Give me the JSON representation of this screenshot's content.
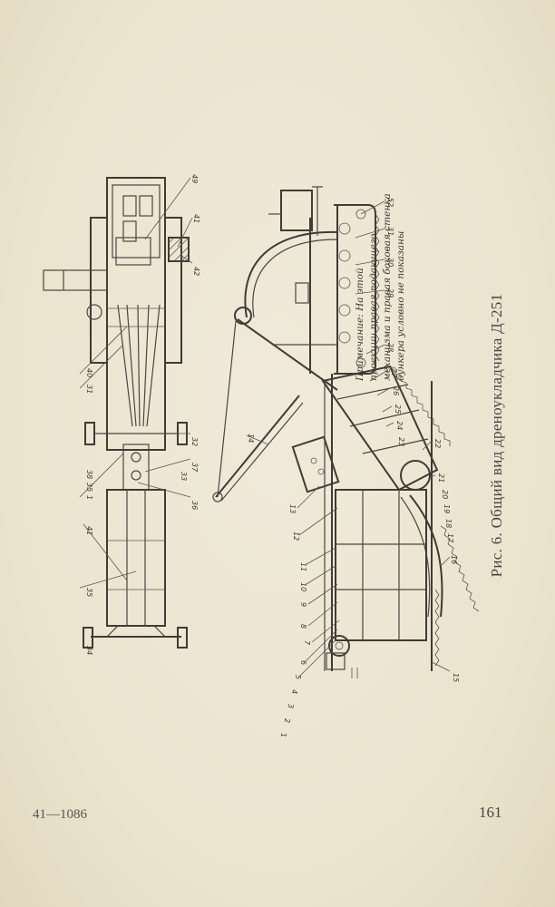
{
  "figure": {
    "caption": "Рис. 6. Общий вид дреноукладчика Д-251",
    "note_lines": [
      "Примечание: На этой",
      "проекции правая подающего",
      "механизма и правая боковая стенка",
      "бункера условно не показаны"
    ],
    "labels": {
      "plan_view": [
        "49",
        "41",
        "42",
        "40",
        "31",
        "32",
        "1",
        "35",
        "38",
        "37",
        "36",
        "41",
        "35",
        "34",
        "33"
      ],
      "side_view": [
        "52",
        "31",
        "30",
        "29",
        "28",
        "27",
        "26",
        "25",
        "24",
        "23",
        "22",
        "21",
        "20",
        "19",
        "18",
        "17",
        "16",
        "15",
        "14",
        "13",
        "12",
        "11",
        "10",
        "9",
        "8",
        "7",
        "6",
        "5",
        "4",
        "3",
        "2",
        "1"
      ]
    }
  },
  "footer": {
    "code": "41—1086",
    "page_number": "161"
  }
}
